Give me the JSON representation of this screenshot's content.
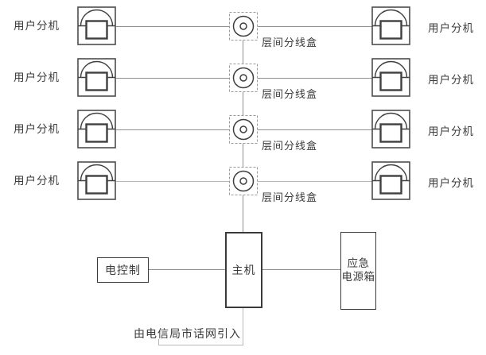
{
  "diagram_type": "telephone-intercom-wiring-diagram",
  "colors": {
    "background": "#ffffff",
    "line": "#8f8f8f",
    "light_line": "#b8b8b8",
    "box_border": "#3a3a3a",
    "icon_stroke": "#404040",
    "dashed_border": "#999999",
    "text": "#3b3b3b"
  },
  "icons": {
    "phone": "telephone-handset-icon",
    "junction": "floor-distribution-terminal-icon"
  },
  "rows": [
    {
      "left_label": "用户分机",
      "junction_label": "层间分线盒",
      "right_label": "用户分机"
    },
    {
      "left_label": "用户分机",
      "junction_label": "层间分线盒",
      "right_label": "用户分机"
    },
    {
      "left_label": "用户分机",
      "junction_label": "层间分线盒",
      "right_label": "用户分机"
    },
    {
      "left_label": "用户分机",
      "junction_label": "层间分线盒",
      "right_label": "用户分机"
    }
  ],
  "bottom": {
    "control_label": "电控制",
    "host_label": "主机",
    "power_label_line1": "应急",
    "power_label_line2": "电源箱",
    "incoming_label": "由电信局市话网引入"
  }
}
